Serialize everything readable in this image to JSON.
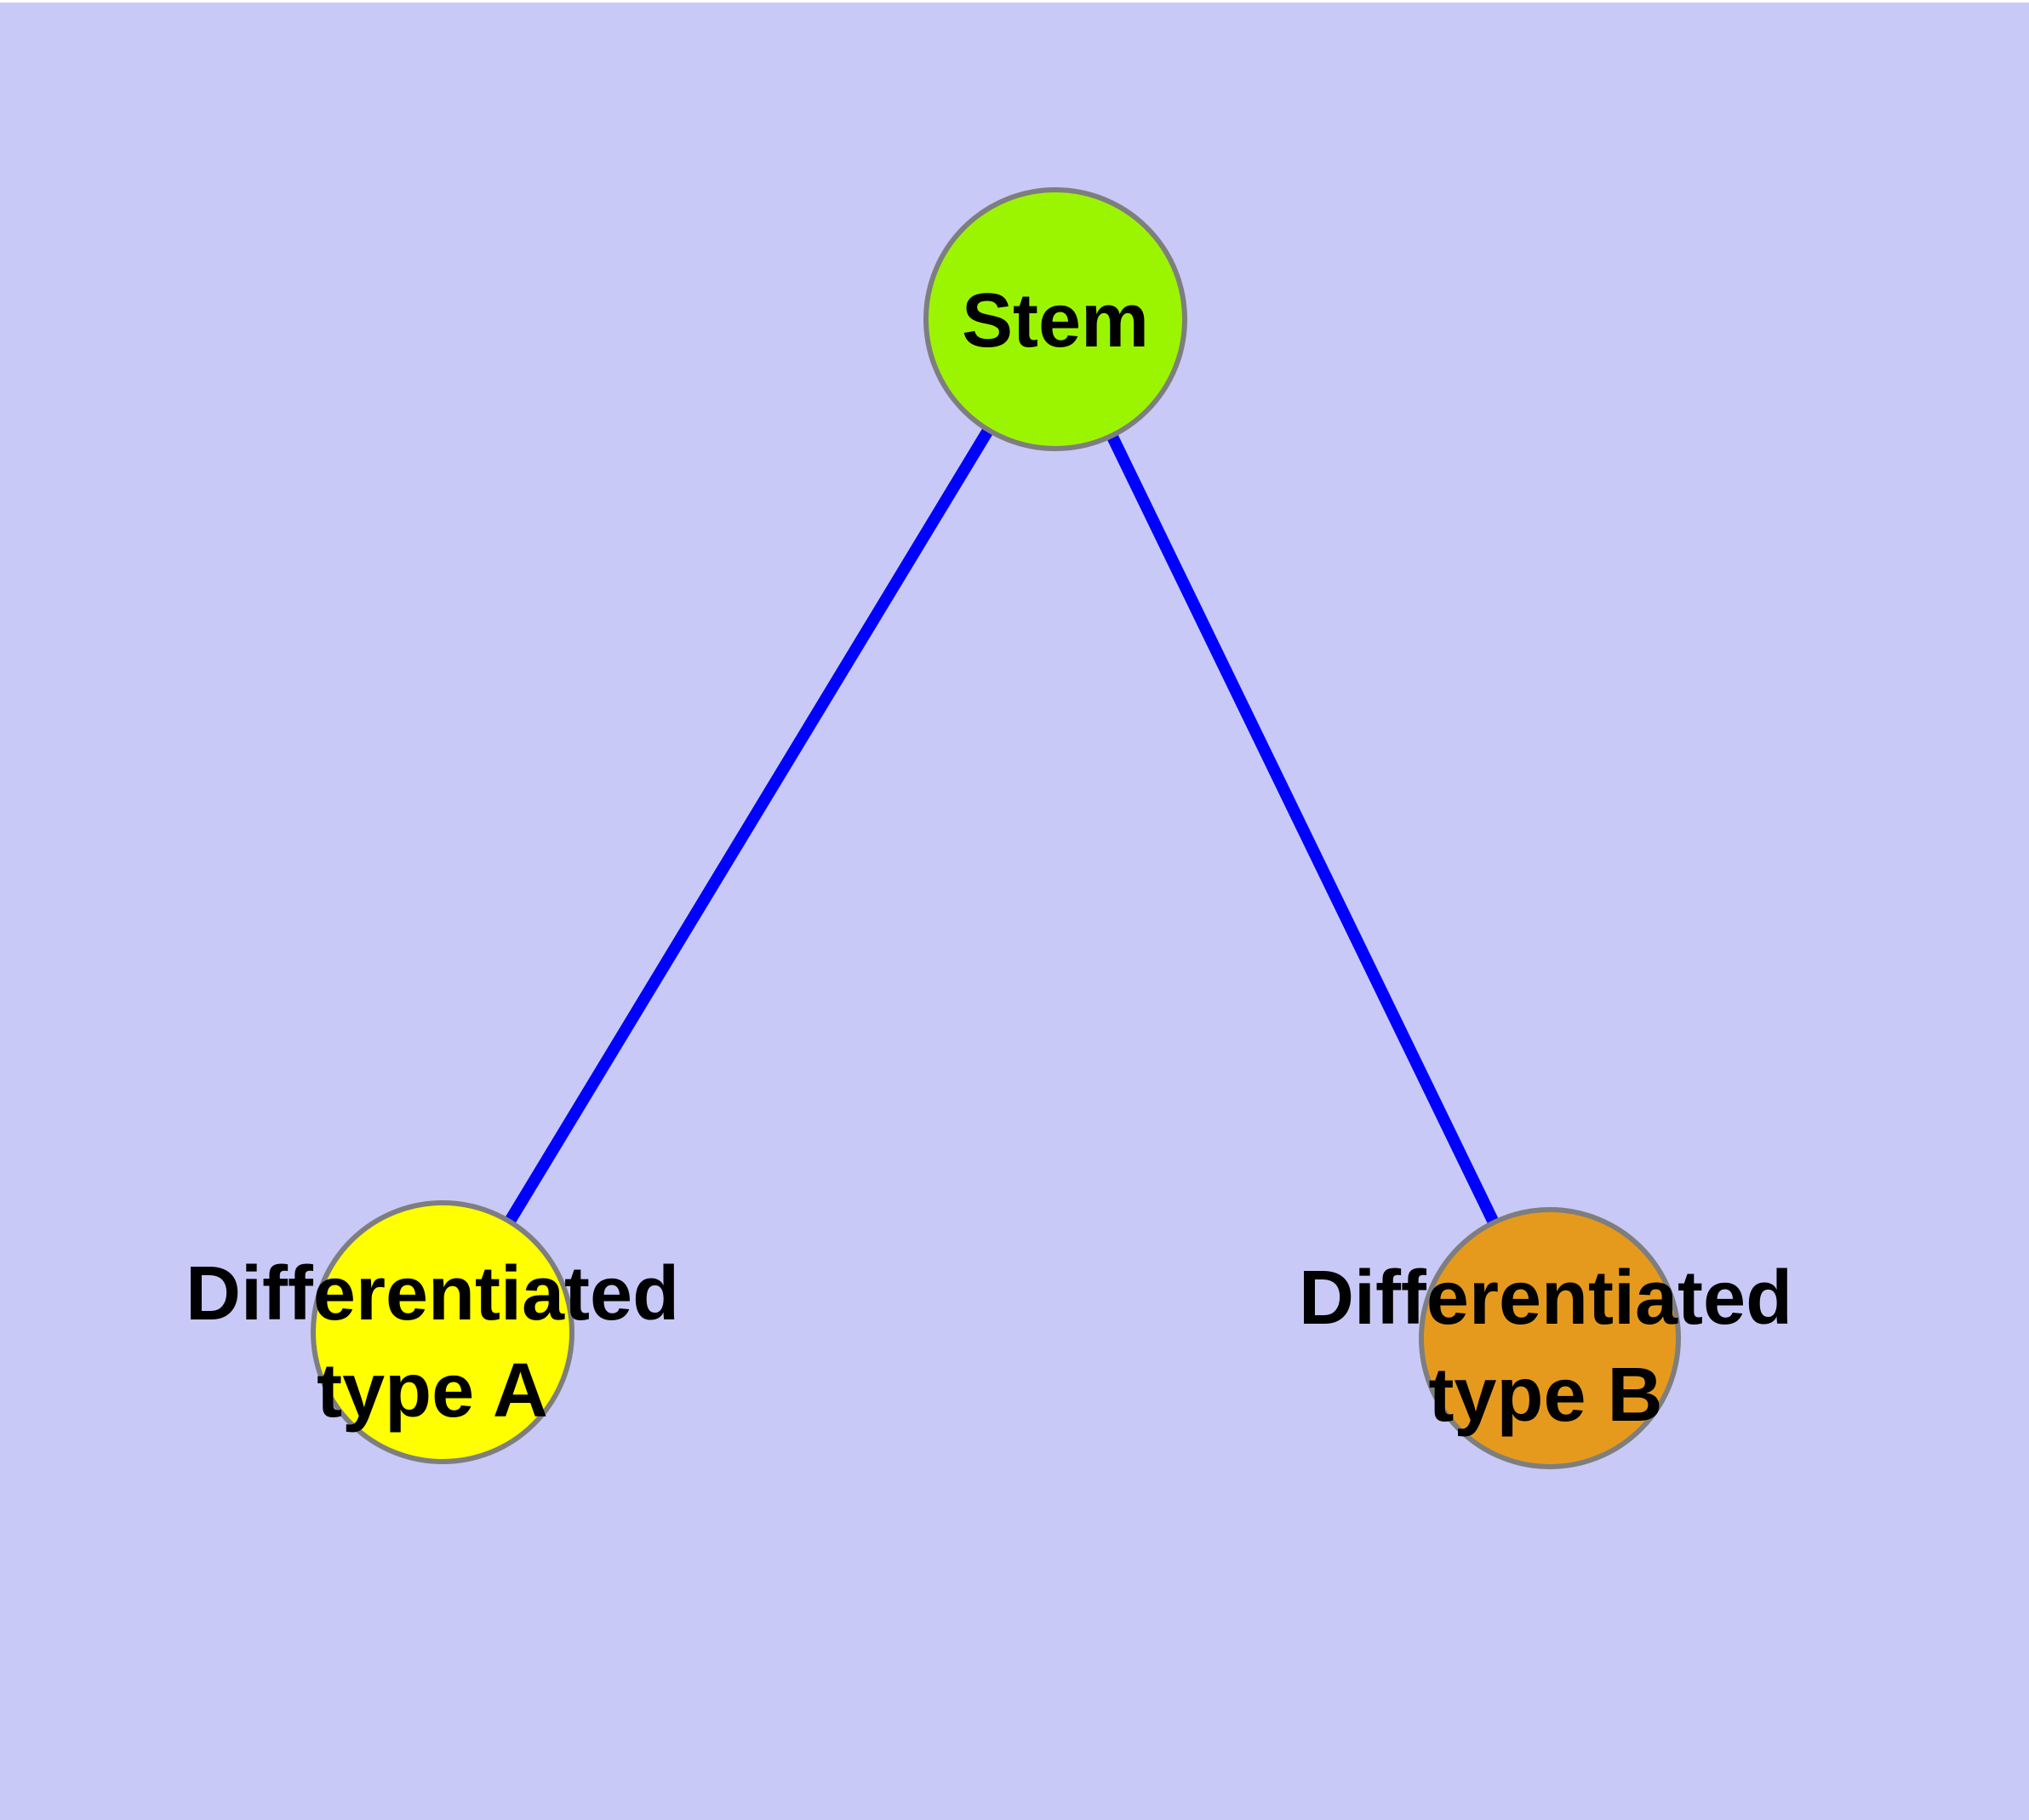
{
  "diagram": {
    "type": "node-link-graph",
    "background_color": "#C9C9F7",
    "edge_color": "#0000FF",
    "node_border_color": "#7E7E7E",
    "text_color": "#000000",
    "nodes": {
      "stem": {
        "label": "Stem",
        "fill": "#9CF500"
      },
      "type_a": {
        "line1": "Differentiated",
        "line2": "type A",
        "fill": "#FFFF00"
      },
      "type_b": {
        "line1": "Differentiated",
        "line2": "type B",
        "fill": "#E69A1D"
      }
    },
    "edges": [
      {
        "from": "Stem",
        "to": "Differentiated type A"
      },
      {
        "from": "Stem",
        "to": "Differentiated type B"
      }
    ]
  }
}
